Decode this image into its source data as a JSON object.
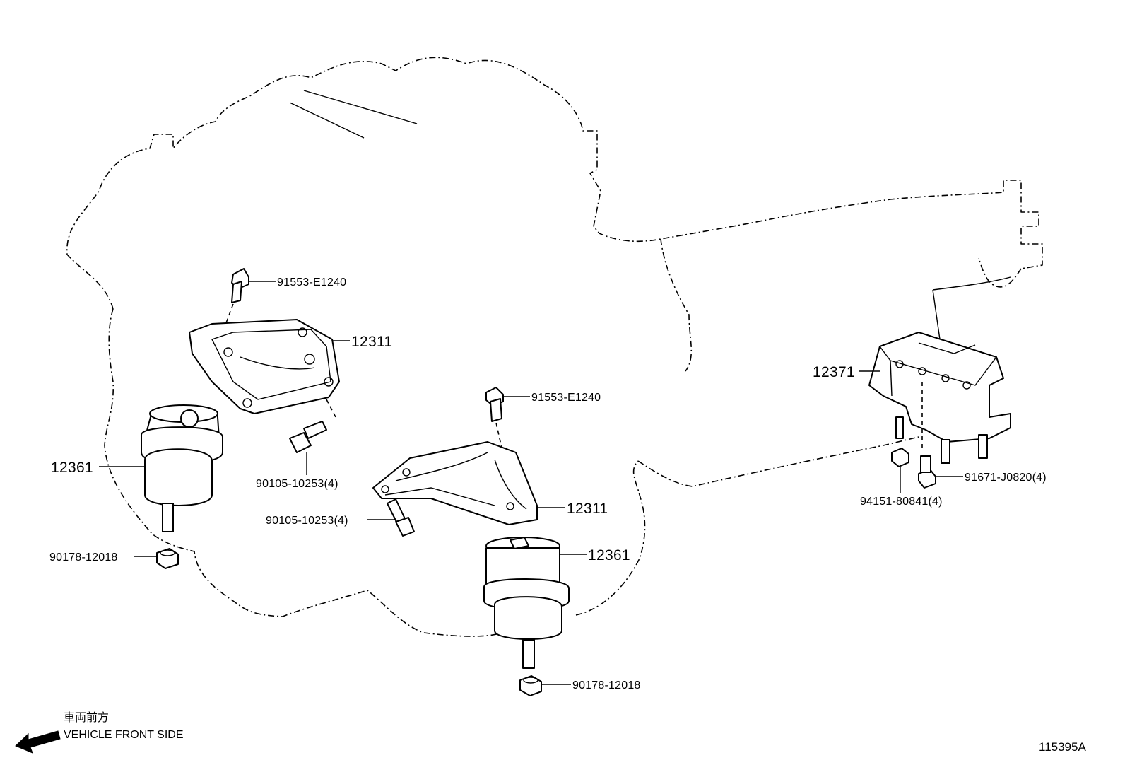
{
  "labels": {
    "bolt_upper_left": "91553-E1240",
    "bolt_upper_center": "91553-E1240",
    "bracket_left": "12311",
    "bracket_center": "12311",
    "insulator_left": "12361",
    "insulator_center": "12361",
    "bolt_left_bracket": "90105-10253(4)",
    "bolt_center_bracket": "90105-10253(4)",
    "nut_left": "90178-12018",
    "nut_center": "90178-12018",
    "rear_mount": "12371",
    "rear_bolt": "91671-J0820(4)",
    "rear_nut": "94151-80841(4)"
  },
  "legend": {
    "japanese": "車両前方",
    "english": "VEHICLE FRONT SIDE"
  },
  "diagram_id": "115395A"
}
